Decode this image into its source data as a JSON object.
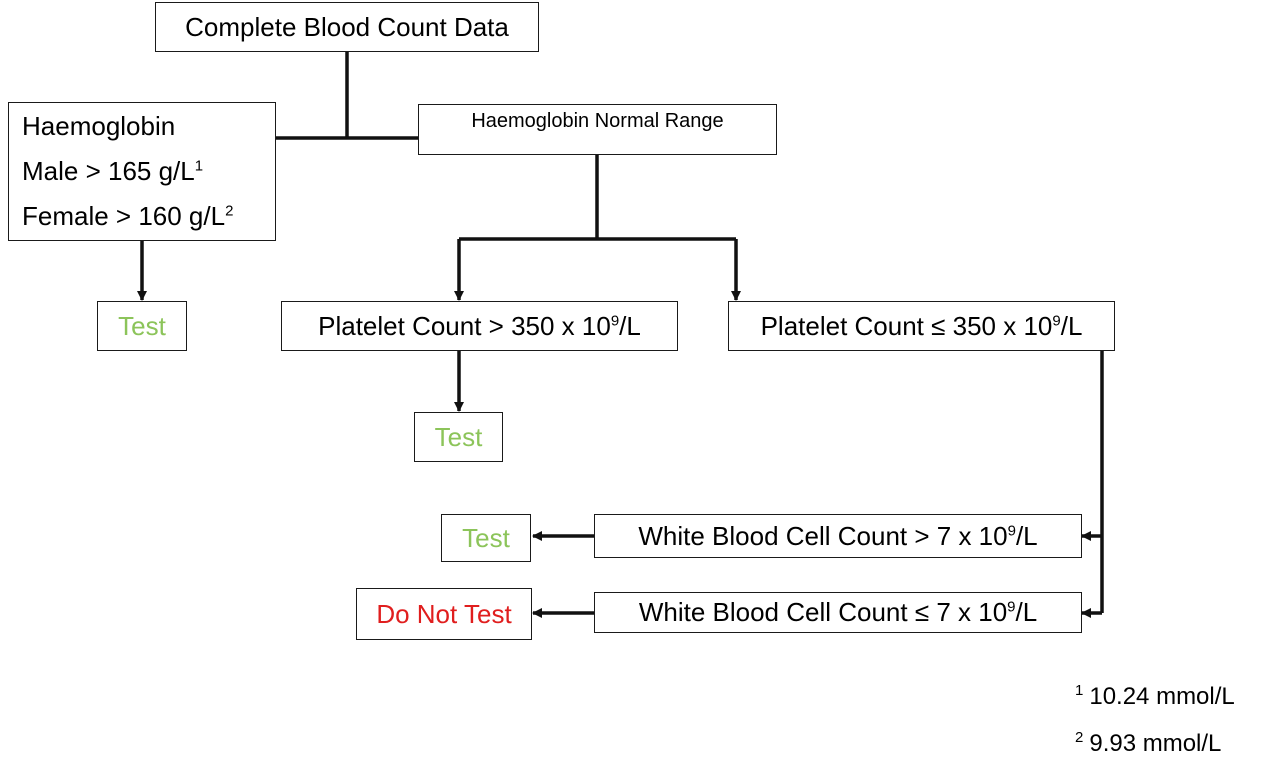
{
  "nodes": {
    "root": "Complete Blood Count Data",
    "hb_high": {
      "title": "Haemoglobin",
      "male": "Male > 165 g/L",
      "male_ref": "1",
      "female": "Female > 160 g/L",
      "female_ref": "2"
    },
    "hb_normal": "Haemoglobin Normal Range",
    "test_1": "Test",
    "plt_high": {
      "pre": "Platelet Count > 350 x 10",
      "exp": "9",
      "post": "/L"
    },
    "plt_low": {
      "pre": "Platelet Count ≤ 350 x 10",
      "exp": "9",
      "post": "/L"
    },
    "test_2": "Test",
    "wbc_high": {
      "pre": "White Blood Cell Count > 7 x 10",
      "exp": "9",
      "post": "/L"
    },
    "wbc_low": {
      "pre": "White Blood Cell Count ≤ 7 x 10",
      "exp": "9",
      "post": "/L"
    },
    "test_3": "Test",
    "do_not_test": "Do Not Test"
  },
  "footnotes": [
    {
      "mark": "1",
      "text": "10.24 mmol/L"
    },
    {
      "mark": "2",
      "text": "9.93 mmol/L"
    }
  ],
  "colors": {
    "test": "#8cc45a",
    "do_not_test": "#e01e1e",
    "lines": "#111111"
  }
}
